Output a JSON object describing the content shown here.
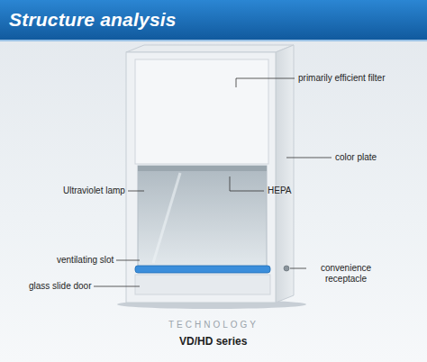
{
  "diagram": {
    "title": "Structure analysis",
    "caption": "VD/HD series",
    "labels": [
      "primarily efficient filter",
      "color plate",
      "Ultraviolet lamp",
      "HEPA",
      "ventilating slot",
      "glass slide door",
      "convenience receptacle",
      "TECHNOLOGY"
    ]
  }
}
